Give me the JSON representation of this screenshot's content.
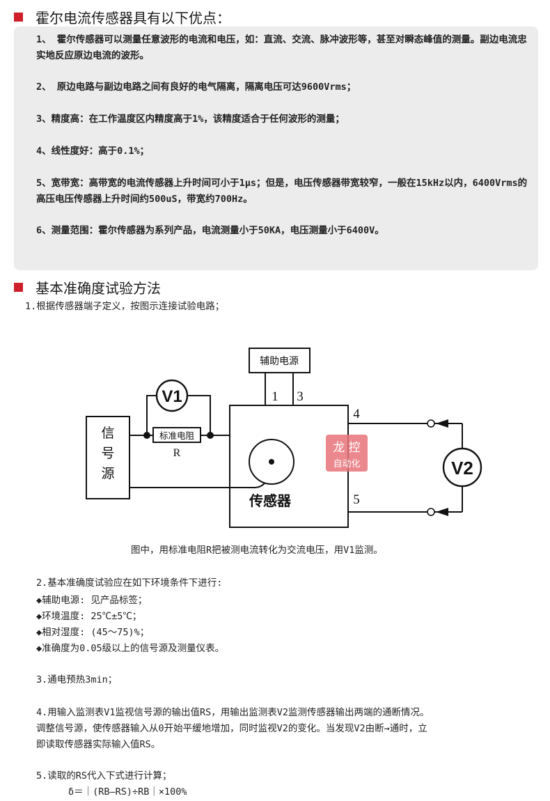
{
  "section1": {
    "title": "霍尔电流传感器具有以下优点：",
    "points": [
      "1、  霍尔传感器可以测量任意波形的电流和电压，如：直流、交流、脉冲波形等，甚至对瞬态峰值的测量。副边电流忠实地反应原边电流的波形。",
      "2、  原边电路与副边电路之间有良好的电气隔离，隔离电压可达9600Vrms；",
      "3、精度高：在工作温度区内精度高于1%，该精度适合于任何波形的测量；",
      "4、线性度好：高于0.1%；",
      "5、宽带宽：高带宽的电流传感器上升时间可小于1μs；但是，电压传感器带宽较窄，一般在15kHz以内，6400Vrms的高压电压传感器上升时间约500uS，带宽约700Hz。",
      "6、测量范围：霍尔传感器为系列产品，电流测量小于50KA，电压测量小于6400V。"
    ]
  },
  "section2": {
    "title": "基本准确度试验方法",
    "step1": "1.根据传感器端子定义，按图示连接试验电路；"
  },
  "diagram": {
    "aux_power": "辅助电源",
    "v1": "V1",
    "v2": "V2",
    "std_resistor": "标准电阻",
    "r_label": "R",
    "signal_source_chars": [
      "信",
      "号",
      "源"
    ],
    "sensor": "传感器",
    "pin1": "1",
    "pin3": "3",
    "pin4": "4",
    "pin5": "5",
    "watermark_line1": "龙 控",
    "watermark_line2": "自动化",
    "caption": "图中，用标准电阻R把被测电流转化为交流电压，用V1监测。"
  },
  "steps": {
    "s2_title": "2.基本准确度试验应在如下环境条件下进行:",
    "s2_items": [
      "◆辅助电源: 见产品标签；",
      "◆环境温度: 25℃±5℃；",
      "◆相对湿度: (45～75)%；",
      "◆准确度为0.05级以上的信号源及测量仪表。"
    ],
    "s3": "3.通电预热3min；",
    "s4_lines": [
      "4.用输入监测表V1监视信号源的输出值RS，用输出监测表V2监测传感器输出两端的通断情况。",
      "调整信号源，使传感器输入从0开始平缓地增加，同时监视V2的变化。当发现V2由断→通时，立",
      "即读取传感器实际输入值RS。"
    ],
    "s5": "5.读取的RS代入下式进行计算；",
    "formula": "δ＝｜(RB—RS)÷RB｜×100%"
  },
  "colors": {
    "accent": "#cf1f2b",
    "panel": "#ececec",
    "watermark": "#e8747b"
  }
}
